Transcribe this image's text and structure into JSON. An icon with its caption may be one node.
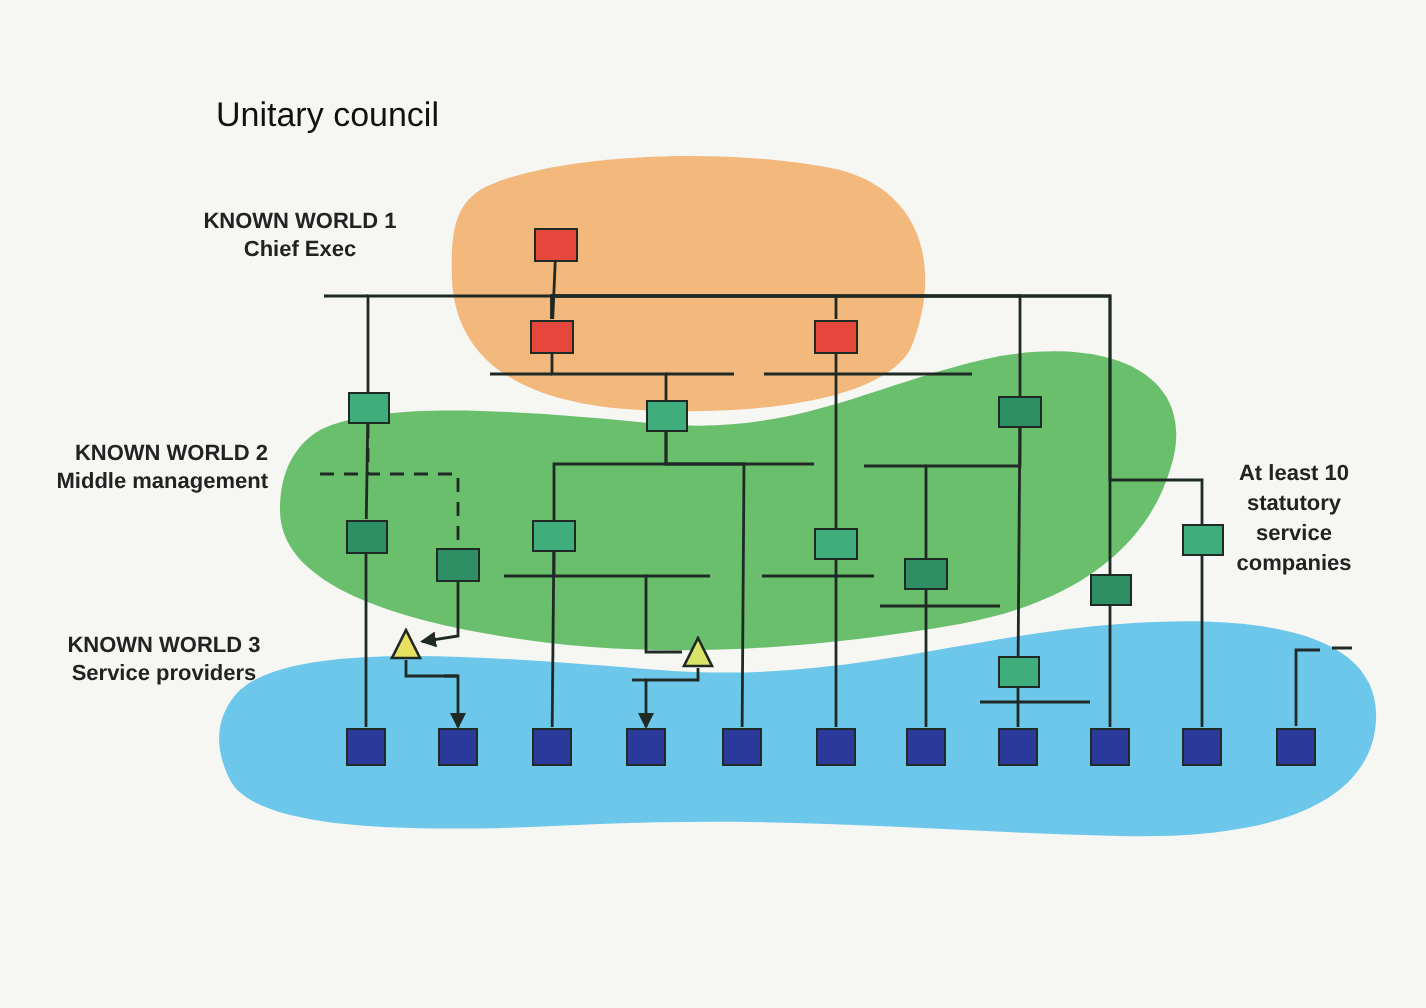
{
  "diagram": {
    "title": "Unitary council",
    "nodes": [
      {
        "text": [],
        "shape": "box"
      },
      {
        "text": [],
        "shape": "box"
      },
      {
        "text": [],
        "shape": "box"
      },
      {
        "text": [],
        "shape": "box"
      },
      {
        "text": [],
        "shape": "box"
      },
      {
        "text": [],
        "shape": "box"
      },
      {
        "text": [],
        "shape": "box"
      },
      {
        "text": [],
        "shape": "box"
      },
      {
        "text": [],
        "shape": "box"
      },
      {
        "text": [],
        "shape": "box"
      },
      {
        "text": [],
        "shape": "box"
      },
      {
        "text": [],
        "shape": "box"
      },
      {
        "text": [],
        "shape": "box"
      },
      {
        "text": [],
        "shape": "box"
      },
      {
        "text": [],
        "shape": "triangle"
      },
      {
        "text": [],
        "shape": "triangle"
      },
      {
        "text": [],
        "shape": "box"
      },
      {
        "text": [],
        "shape": "box"
      },
      {
        "text": [],
        "shape": "box"
      },
      {
        "text": [],
        "shape": "box"
      },
      {
        "text": [],
        "shape": "box"
      },
      {
        "text": [],
        "shape": "box"
      },
      {
        "text": [],
        "shape": "box"
      },
      {
        "text": [],
        "shape": "box"
      },
      {
        "text": [],
        "shape": "box"
      },
      {
        "text": [],
        "shape": "box"
      },
      {
        "text": [],
        "shape": "box"
      }
    ],
    "edges": [
      {
        "from": 0,
        "to": 1,
        "arrow": "none"
      },
      {
        "from": 1,
        "to": 3,
        "arrow": "none"
      },
      {
        "from": 1,
        "to": 2,
        "arrow": "none"
      },
      {
        "from": 1,
        "to": 5,
        "arrow": "none"
      },
      {
        "from": 1,
        "to": 12,
        "arrow": "none"
      },
      {
        "from": 1,
        "to": 13,
        "arrow": "none"
      },
      {
        "from": 1,
        "to": 4,
        "arrow": "none"
      },
      {
        "from": 2,
        "to": 9,
        "arrow": "none"
      },
      {
        "from": 3,
        "to": 6,
        "arrow": "none"
      },
      {
        "from": 3,
        "to": 7,
        "arrow": "none",
        "style": "dashed"
      },
      {
        "from": 7,
        "to": 14,
        "arrow": "to"
      },
      {
        "from": 14,
        "to": 17,
        "arrow": "to"
      },
      {
        "from": 4,
        "to": 8,
        "arrow": "none"
      },
      {
        "from": 4,
        "to": 20,
        "arrow": "none"
      },
      {
        "from": 5,
        "to": 10,
        "arrow": "none"
      },
      {
        "from": 5,
        "to": 11,
        "arrow": "none"
      },
      {
        "from": 6,
        "to": 16,
        "arrow": "none"
      },
      {
        "from": 8,
        "to": 18,
        "arrow": "none"
      },
      {
        "from": 9,
        "to": 21,
        "arrow": "none"
      },
      {
        "from": 10,
        "to": 22,
        "arrow": "none"
      },
      {
        "from": 11,
        "to": 23,
        "arrow": "none"
      },
      {
        "from": 12,
        "to": 24,
        "arrow": "none"
      },
      {
        "from": 13,
        "to": 25,
        "arrow": "none"
      },
      {
        "from": 8,
        "to": 15,
        "arrow": "none"
      },
      {
        "from": 15,
        "to": 19,
        "arrow": "to"
      }
    ],
    "labels": [
      "KNOWN WORLD 1",
      "Chief Exec",
      "KNOWN WORLD 2",
      "Middle management",
      "KNOWN WORLD 3",
      "Service providers",
      "At least 10 statutory service companies"
    ]
  }
}
